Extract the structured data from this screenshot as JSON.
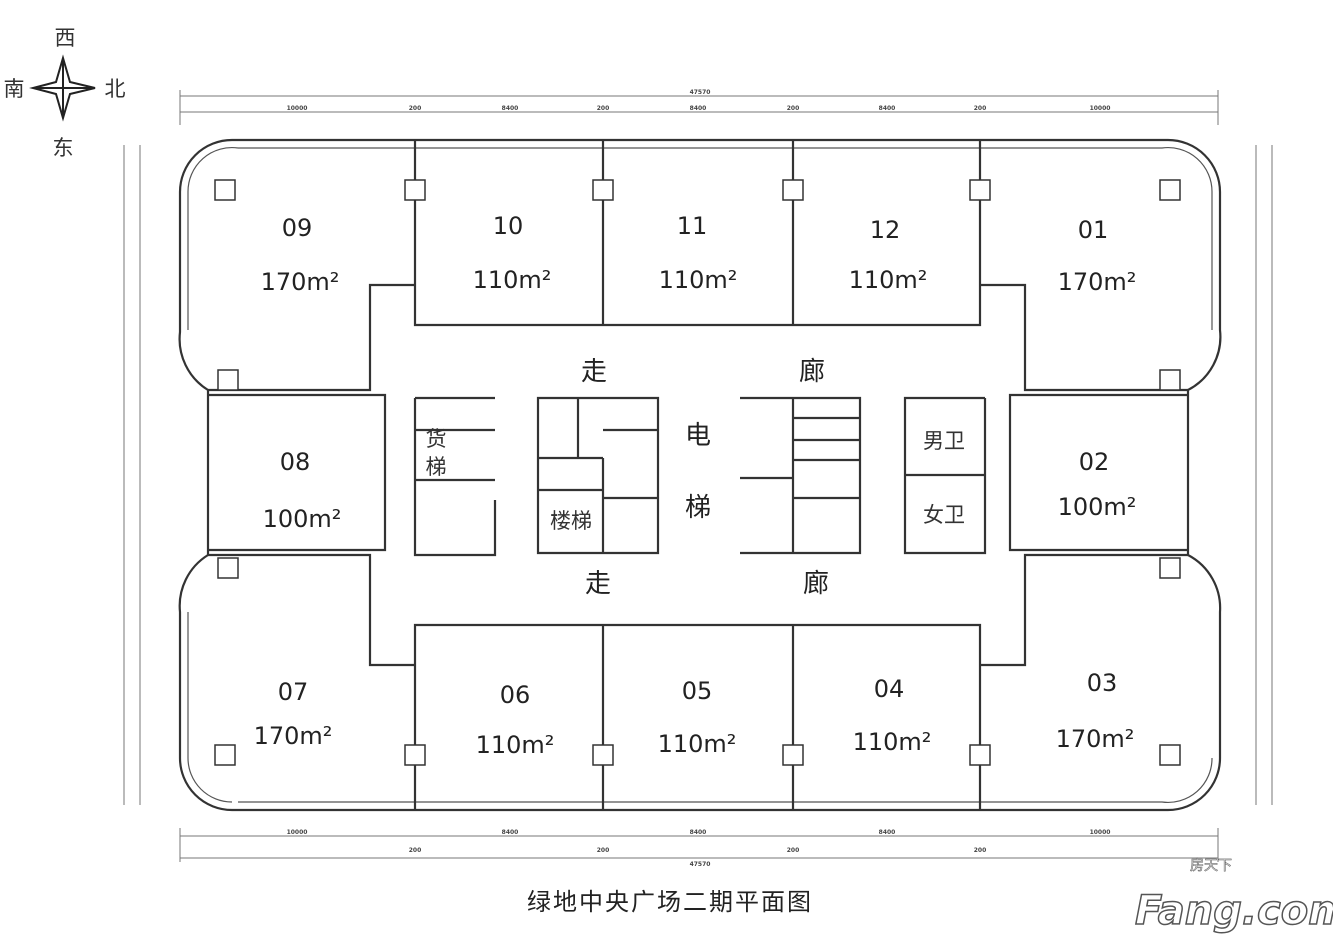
{
  "title": "绿地中央广场二期平面图",
  "compass": {
    "top": "西",
    "left": "南",
    "right": "北",
    "bottom": "东"
  },
  "dimensions": {
    "total": "47570",
    "corner": "10000",
    "gap": "200",
    "bay": "8400"
  },
  "rooms": [
    {
      "number": "09",
      "area": "170m²"
    },
    {
      "number": "10",
      "area": "110m²"
    },
    {
      "number": "11",
      "area": "110m²"
    },
    {
      "number": "12",
      "area": "110m²"
    },
    {
      "number": "01",
      "area": "170m²"
    },
    {
      "number": "08",
      "area": "100m²"
    },
    {
      "number": "02",
      "area": "100m²"
    },
    {
      "number": "07",
      "area": "170m²"
    },
    {
      "number": "06",
      "area": "110m²"
    },
    {
      "number": "05",
      "area": "110m²"
    },
    {
      "number": "04",
      "area": "110m²"
    },
    {
      "number": "03",
      "area": "170m²"
    }
  ],
  "core": {
    "corridor_a": "走",
    "corridor_b": "廊",
    "elevator_a": "电",
    "elevator_b": "梯",
    "freight_a": "货",
    "freight_b": "梯",
    "stairs": "楼梯",
    "mens_toilet": "男卫",
    "womens_toilet": "女卫"
  },
  "watermark": {
    "brand": "Fang.com",
    "cn": "房天下"
  }
}
